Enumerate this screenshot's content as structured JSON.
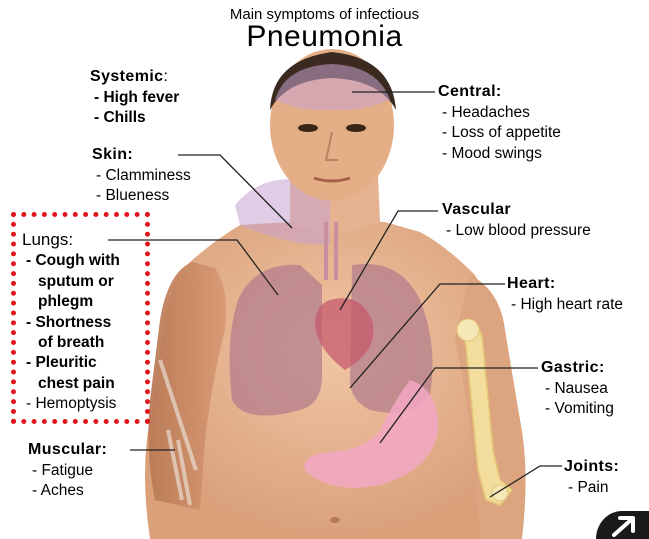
{
  "title": {
    "supertitle": "Main symptoms of infectious",
    "main": "Pneumonia"
  },
  "sections": {
    "systemic": {
      "heading": "Systemic",
      "items": [
        "High fever",
        "Chills"
      ]
    },
    "skin": {
      "heading": "Skin:",
      "items": [
        "Clamminess",
        "Blueness"
      ]
    },
    "lungs": {
      "heading": "Lungs",
      "items": [
        "Cough with",
        "sputum or",
        "phlegm",
        "Shortness",
        "of breath",
        "Pleuritic",
        "chest pain",
        "Hemoptysis"
      ]
    },
    "muscular": {
      "heading": "Muscular:",
      "items": [
        "Fatigue",
        "Aches"
      ]
    },
    "central": {
      "heading": "Central:",
      "items": [
        "Headaches",
        "Loss of appetite",
        "Mood swings"
      ]
    },
    "vascular": {
      "heading": "Vascular",
      "items": [
        "Low blood pressure"
      ]
    },
    "heart": {
      "heading": "Heart:",
      "items": [
        "High heart rate"
      ]
    },
    "gastric": {
      "heading": "Gastric:",
      "items": [
        "Nausea",
        "Vomiting"
      ]
    },
    "joints": {
      "heading": "Joints:",
      "items": [
        "Pain"
      ]
    }
  },
  "colors": {
    "highlight_border": "#e0161c",
    "skin": "#e8b48f",
    "lungs_overlay": "#b47e8c",
    "stomach": "#f2a8c4",
    "bone": "#f2dd9c",
    "head_overlay": "#c9a2d0"
  },
  "icons": {
    "corner": "expand-arrow-icon"
  }
}
